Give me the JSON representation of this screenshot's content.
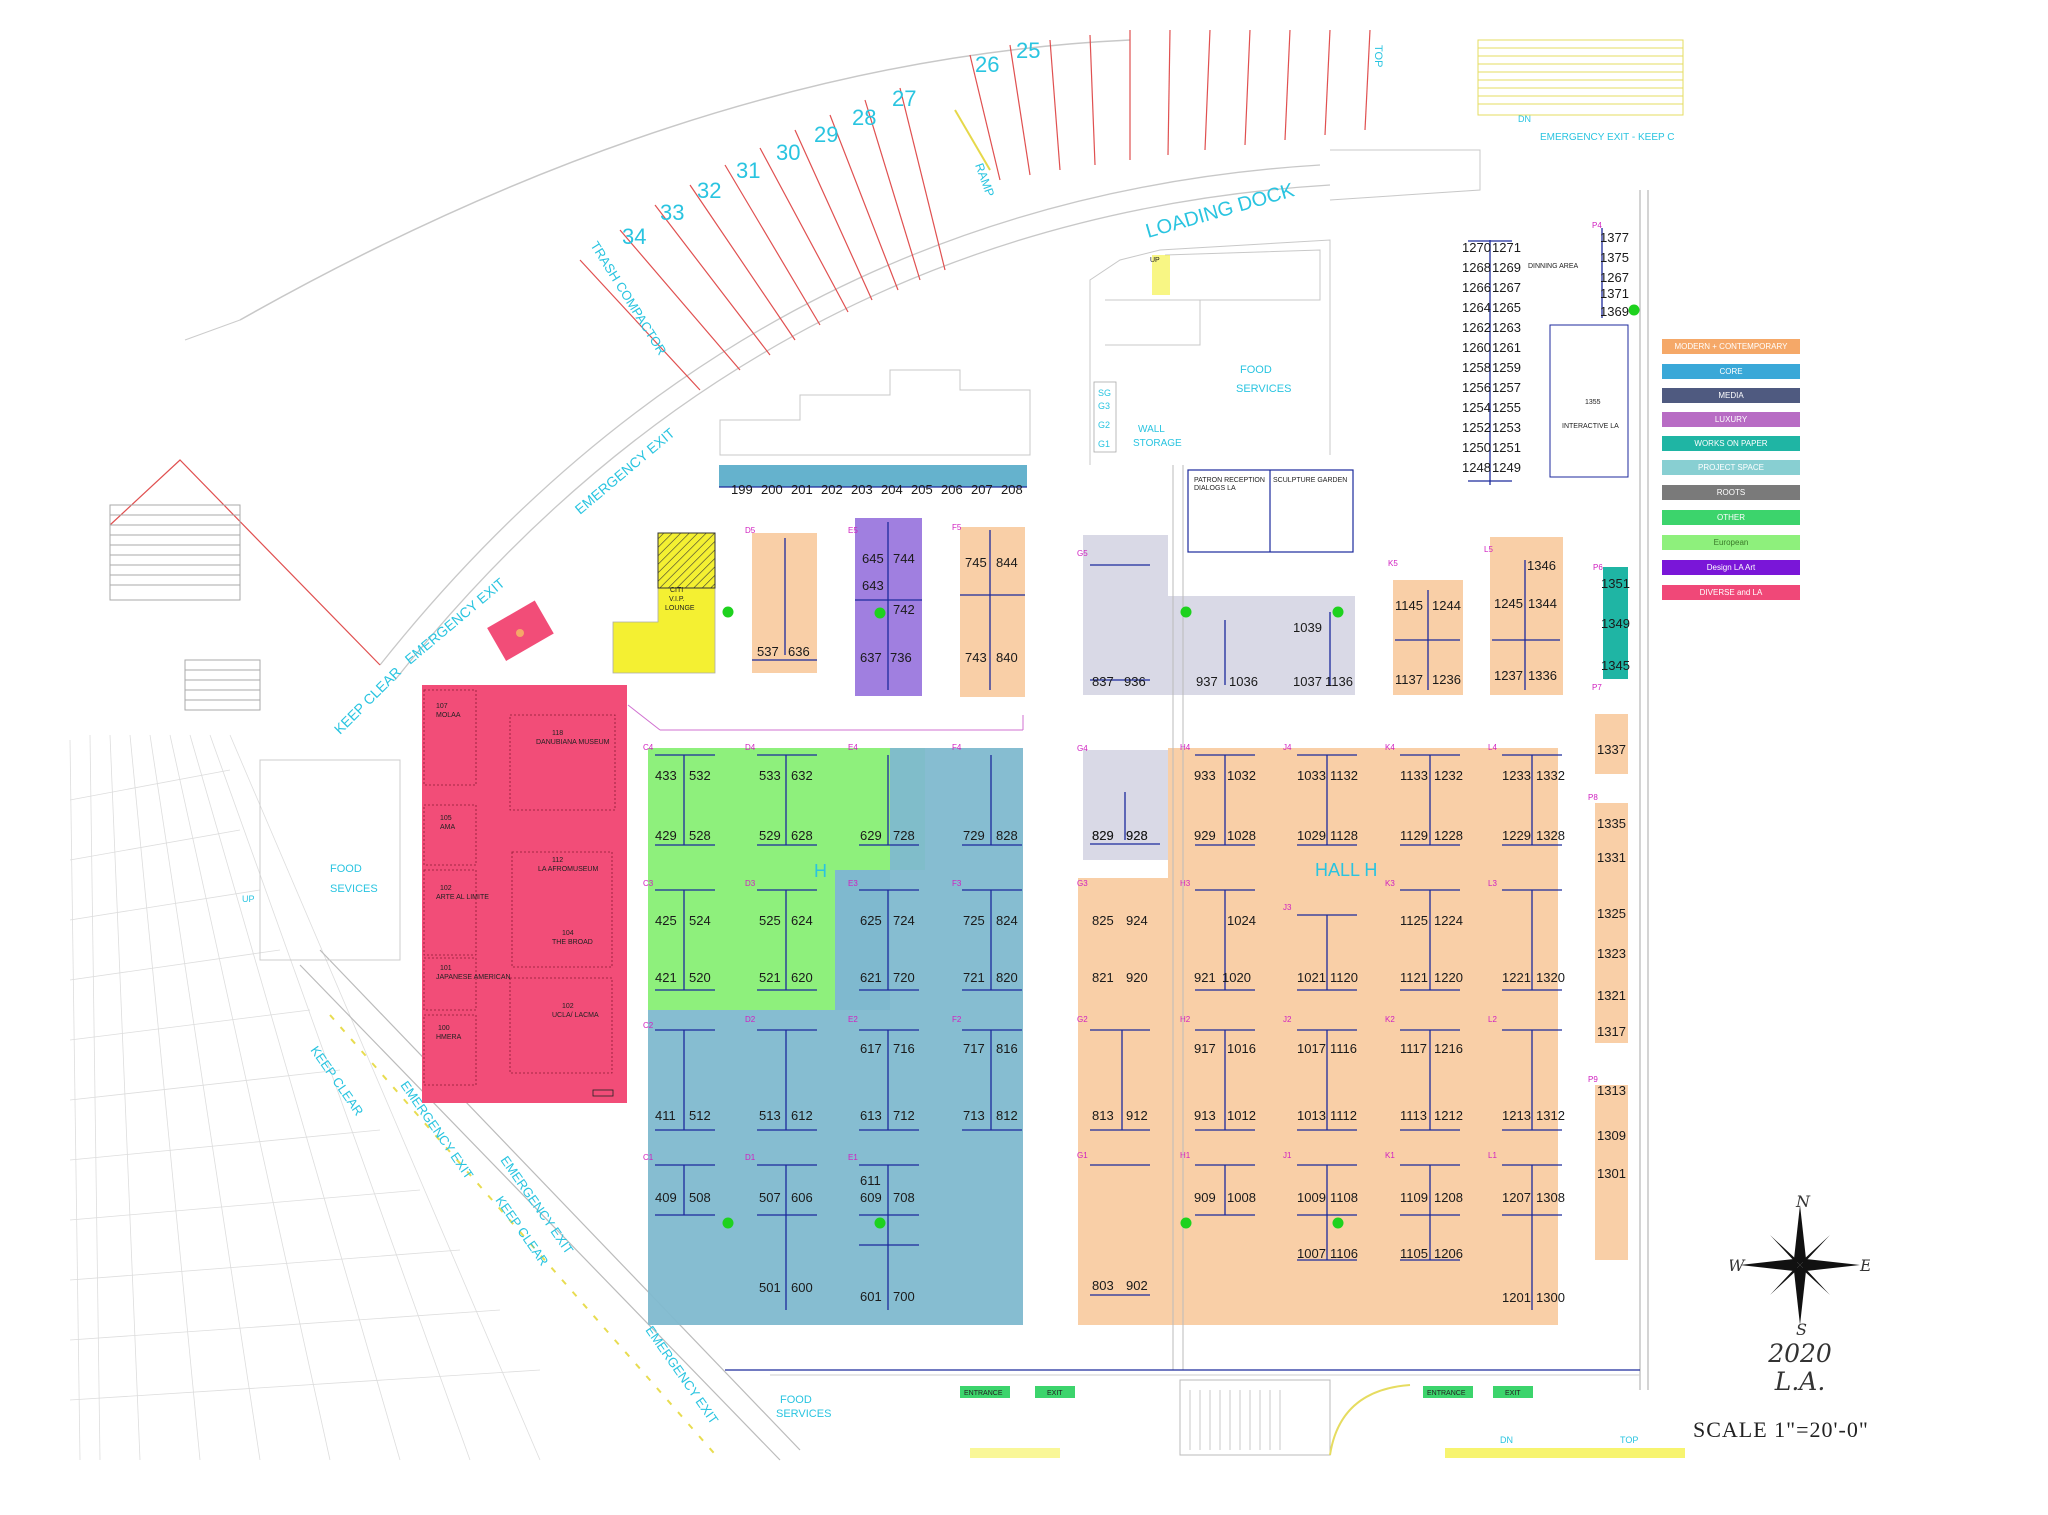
{
  "docks": {
    "numbers": [
      "34",
      "33",
      "32",
      "31",
      "30",
      "29",
      "28",
      "27",
      "26",
      "25"
    ],
    "loading_dock": "LOADING DOCK",
    "ramp": "RAMP",
    "trash_compactor": "TRASH COMPACTOR",
    "top_label": "TOP"
  },
  "labels": {
    "emergency_exit": "EMERGENCY EXIT",
    "keep_clear": "KEEP CLEAR",
    "emergency_exit_keep": "EMERGENCY EXIT  -  KEEP C",
    "food_services": "FOOD SERVICES",
    "food_sevices": "FOOD SEVICES",
    "wall_storage": "WALL STORAGE",
    "patron_reception": "PATRON RECEPTION DIALOGS LA",
    "sculpture_garden": "SCULPTURE GARDEN",
    "dinning_area": "DINNING AREA",
    "interactive_la": "INTERACTIVE LA",
    "citi_lounge": "CITI V.I.P. LOUNGE",
    "hall_h_left": "H",
    "hall_h": "HALL H",
    "entrance": "ENTRANCE",
    "exit": "EXIT",
    "dn": "DN",
    "up": "UP",
    "sg": [
      "SG",
      "G3",
      "G2",
      "G1"
    ]
  },
  "pink_zone": {
    "molaa": "MOLAA",
    "molaa_num": "107",
    "danubiana": "DANUBIANA MUSEUM",
    "danubiana_num": "118",
    "ama": "AMA",
    "ama_num": "105",
    "la_afro": "LA AFROMUSEUM",
    "la_afro_num": "112",
    "arte": "ARTE AL LIMITE",
    "arte_num": "102",
    "broad": "THE BROAD",
    "broad_num": "104",
    "japanese": "JAPANESE AMERICAN",
    "japanese_num": "101",
    "ucla": "UCLA/ LACMA",
    "ucla_num": "102",
    "hmera": "HMERA",
    "hmera_num": "100"
  },
  "booths": {
    "row_200": [
      "199",
      "200",
      "201",
      "202",
      "203",
      "204",
      "205",
      "206",
      "207",
      "208"
    ],
    "right_column": [
      "1270",
      "1271",
      "1268",
      "1269",
      "1266",
      "1267",
      "1264",
      "1265",
      "1262",
      "1263",
      "1260",
      "1261",
      "1258",
      "1259",
      "1256",
      "1257",
      "1254",
      "1255",
      "1252",
      "1253",
      "1250",
      "1251",
      "1248",
      "1249"
    ],
    "p4": [
      "1377",
      "1375",
      "1267",
      "1371",
      "1369"
    ],
    "interactive_num": "1355",
    "p6": [
      "1351",
      "1349",
      "1345"
    ],
    "p_column": [
      "1337",
      "1335",
      "1331",
      "1325",
      "1323",
      "1321",
      "1317",
      "1313",
      "1309",
      "1301"
    ]
  },
  "legend": [
    {
      "label": "MODERN + CONTEMPORARY",
      "color": "#f5a868"
    },
    {
      "label": "CORE",
      "color": "#3aa8d8"
    },
    {
      "label": "MEDIA",
      "color": "#4f5a80"
    },
    {
      "label": "LUXURY",
      "color": "#b86cc4"
    },
    {
      "label": "WORKS ON PAPER",
      "color": "#1fb5a4"
    },
    {
      "label": "PROJECT SPACE",
      "color": "#88cfd2"
    },
    {
      "label": "ROOTS",
      "color": "#7a7a7a"
    },
    {
      "label": "OTHER",
      "color": "#3cd46c"
    },
    {
      "label": "European",
      "color": "#8ef07c"
    },
    {
      "label": "Design LA Art",
      "color": "#7a16d8"
    },
    {
      "label": "DIVERSE and LA",
      "color": "#f04878"
    }
  ],
  "compass": {
    "n": "N",
    "s": "S",
    "e": "E",
    "w": "W"
  },
  "year": "2020",
  "city": "L.A.",
  "scale": "SCALE 1\"=20'-0\""
}
